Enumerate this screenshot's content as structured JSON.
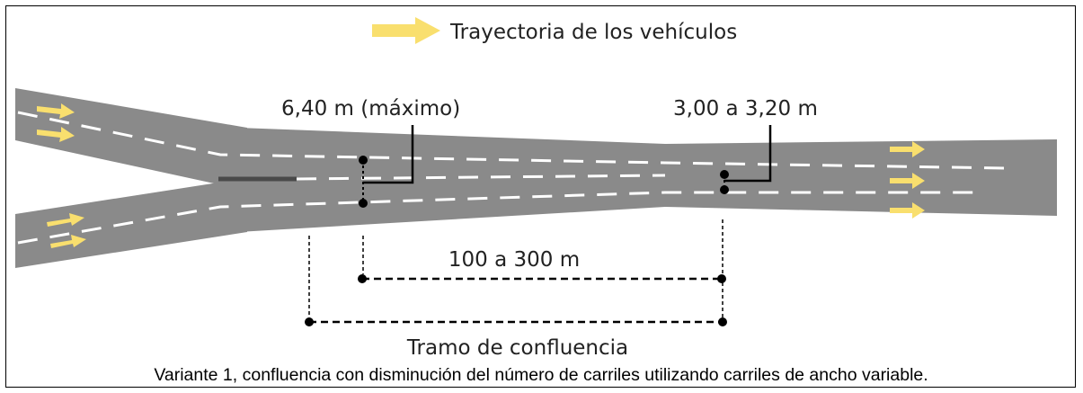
{
  "legend": {
    "arrow_label": "Trayectoria de los vehículos",
    "arrow_icon": "yellow-arrow-icon"
  },
  "labels": {
    "max_width": "6,40 m (máximo)",
    "lane_width": "3,00 a 3,20 m",
    "taper_length": "100 a 300 m",
    "merge_section": "Tramo de confluencia"
  },
  "caption": "Variante 1, confluencia con disminución del número de carriles utilizando carriles de ancho variable.",
  "colors": {
    "road": "#8a8a8a",
    "arrow": "#f9df6e",
    "lane_marking": "#ffffff",
    "divider": "#4a4a4a",
    "dimension": "#000000"
  }
}
